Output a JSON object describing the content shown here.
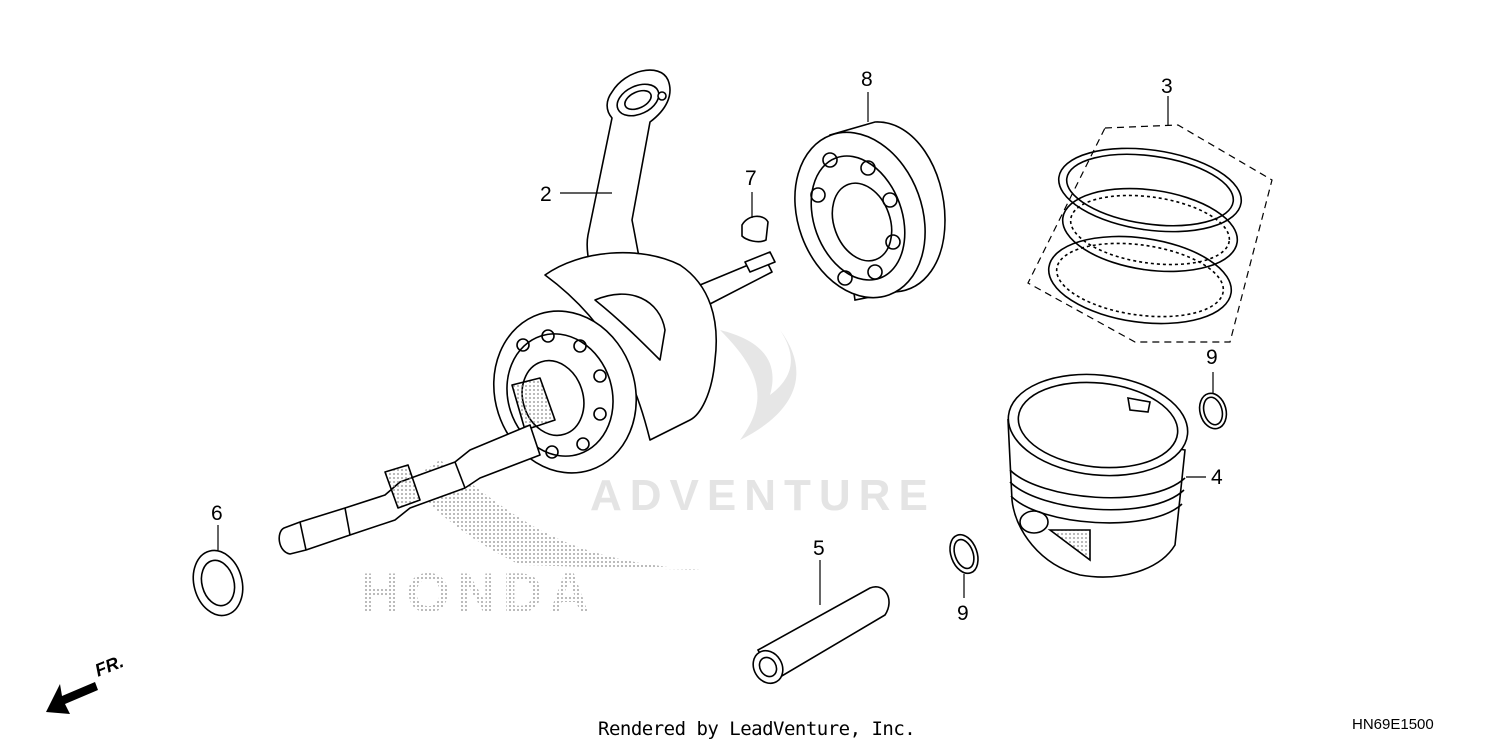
{
  "watermark": {
    "honda": "HONDA",
    "adventure": "ADVENTURE"
  },
  "callouts": {
    "part2": "2",
    "part3": "3",
    "part4": "4",
    "part5": "5",
    "part6": "6",
    "part7": "7",
    "part8": "8",
    "part9a": "9",
    "part9b": "9"
  },
  "direction": {
    "label": "FR."
  },
  "footer": {
    "credit": "Rendered by LeadVenture, Inc.",
    "diagram_code": "HN69E1500"
  },
  "colors": {
    "line": "#000000",
    "watermark": "#9a9a9a"
  }
}
